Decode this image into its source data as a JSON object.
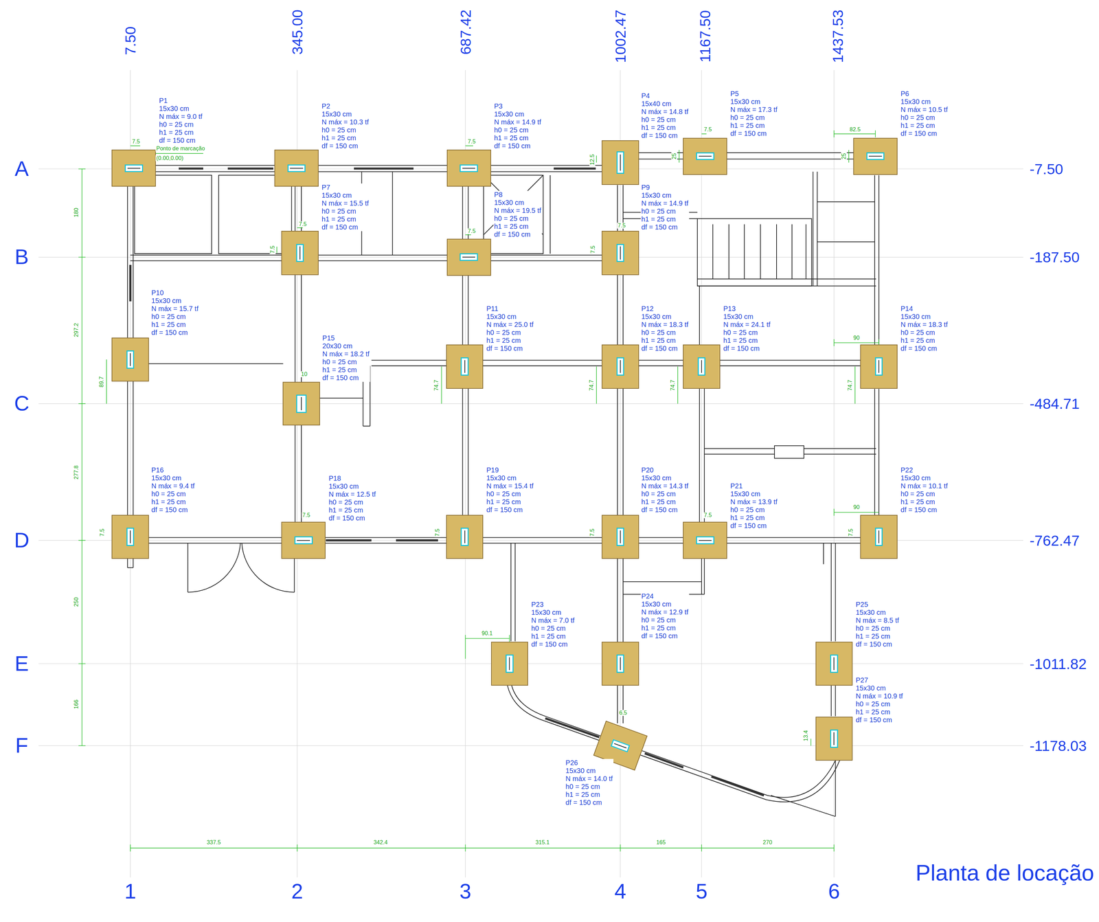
{
  "diagram": {
    "title": "Planta de locação",
    "nodes": [
      {
        "text": [
          "P1 15x30 cm N máx = 9.0 tf h0 = 25 cm h1 = 25 cm df = 150 cm"
        ]
      },
      {
        "text": [
          "P2 15x30 cm N máx = 10.3 tf h0 = 25 cm h1 = 25 cm df = 150 cm"
        ]
      },
      {
        "text": [
          "P3 15x30 cm N máx = 14.9 tf h0 = 25 cm h1 = 25 cm df = 150 cm"
        ]
      },
      {
        "text": [
          "P4 15x40 cm N máx = 14.8 tf h0 = 25 cm h1 = 25 cm df = 150 cm"
        ]
      },
      {
        "text": [
          "P5 15x30 cm N máx = 17.3 tf h0 = 25 cm h1 = 25 cm df = 150 cm"
        ]
      },
      {
        "text": [
          "P6 15x30 cm N máx = 10.5 tf h0 = 25 cm h1 = 25 cm df = 150 cm"
        ]
      },
      {
        "text": [
          "P7 15x30 cm N máx = 15.5 tf h0 = 25 cm h1 = 25 cm df = 150 cm"
        ]
      },
      {
        "text": [
          "P8 15x30 cm N máx = 19.5 tf h0 = 25 cm h1 = 25 cm df = 150 cm"
        ]
      },
      {
        "text": [
          "P9 15x30 cm N máx = 14.9 tf h0 = 25 cm h1 = 25 cm df = 150 cm"
        ]
      },
      {
        "text": [
          "P10 15x30 cm N máx = 15.7 tf h0 = 25 cm h1 = 25 cm df = 150 cm"
        ]
      },
      {
        "text": [
          "P11 15x30 cm N máx = 25.0 tf h0 = 25 cm h1 = 25 cm df = 150 cm"
        ]
      },
      {
        "text": [
          "P12 15x30 cm N máx = 18.3 tf h0 = 25 cm h1 = 25 cm df = 150 cm"
        ]
      },
      {
        "text": [
          "P13 15x30 cm N máx = 24.1 tf h0 = 25 cm h1 = 25 cm df = 150 cm"
        ]
      },
      {
        "text": [
          "P14 15x30 cm N máx = 18.3 tf h0 = 25 cm h1 = 25 cm df = 150 cm"
        ]
      },
      {
        "text": [
          "P15 20x30 cm N máx = 18.2 tf h0 = 25 cm h1 = 25 cm df = 150 cm"
        ]
      },
      {
        "text": [
          "P16 15x30 cm N máx = 9.4 tf h0 = 25 cm h1 = 25 cm df = 150 cm"
        ]
      },
      {
        "text": [
          "P18 15x30 cm N máx = 12.5 tf h0 = 25 cm h1 = 25 cm df = 150 cm"
        ]
      },
      {
        "text": [
          "P19 15x30 cm N máx = 15.4 tf h0 = 25 cm h1 = 25 cm df = 150 cm"
        ]
      },
      {
        "text": [
          "P20 15x30 cm N máx = 14.3 tf h0 = 25 cm h1 = 25 cm df = 150 cm"
        ]
      },
      {
        "text": [
          "P21 15x30 cm N máx = 13.9 tf h0 = 25 cm h1 = 25 cm df = 150 cm"
        ]
      },
      {
        "text": [
          "P22 15x30 cm N máx = 10.1 tf h0 = 25 cm h1 = 25 cm df = 150 cm"
        ]
      },
      {
        "text": [
          "P23 15x30 cm N máx = 7.0 tf h0 = 25 cm h1 = 25 cm df = 150 cm"
        ]
      },
      {
        "text": [
          "P24 15x30 cm N máx = 12.9 tf h0 = 25 cm h1 = 25 cm df = 150 cm"
        ]
      },
      {
        "text": [
          "P25 15x30 cm N máx = 8.5 tf h0 = 25 cm h1 = 25 cm df = 150 cm"
        ]
      },
      {
        "text": [
          "P26 15x30 cm N máx = 14.0 tf h0 = 25 cm h1 = 25 cm df = 150 cm"
        ]
      },
      {
        "text": [
          "P27 15x30 cm N máx = 10.9 tf h0 = 25 cm h1 = 25 cm df = 150 cm"
        ]
      }
    ],
    "labels": [
      "7.50",
      "345.00",
      "687.42",
      "1002.47",
      "1167.50",
      "1437.53",
      "A",
      "B",
      "C",
      "D",
      "E",
      "F",
      "-7.50",
      "-187.50",
      "-484.71",
      "-762.47",
      "-1011.82",
      "-1178.03",
      "1",
      "2",
      "3",
      "4",
      "5",
      "6",
      "337.5",
      "342.4",
      "315.1",
      "165",
      "270",
      "180",
      "297.2",
      "277.8",
      "250",
      "166",
      "7.5",
      "Ponto de marcação",
      "(0.00,0.00)",
      "7.5",
      "12.5",
      "7.5",
      "25",
      "82.5",
      "25",
      "7.5",
      "7.5",
      "7.5",
      "7.5",
      "7.5",
      "89.7",
      "10",
      "74.7",
      "74.7",
      "74.7",
      "74.7",
      "90",
      "7.5",
      "7.5",
      "7.5",
      "7.5",
      "7.5",
      "90",
      "7.5",
      "90.1",
      "6.5",
      "13.4"
    ]
  }
}
